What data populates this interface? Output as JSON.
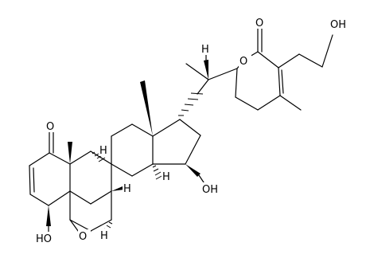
{
  "colors": {
    "background": "#ffffff",
    "ink": "#000000"
  },
  "atom_labels": {
    "o_ketone": "O",
    "o_lactone_ring": "O",
    "o_lactone_carbonyl": "O",
    "oh_hydroxymethyl": "OH",
    "h_c20": "H",
    "h_c9": "H",
    "h_c8": "H",
    "h_c14": "H",
    "h_c6": "H",
    "o_epoxide": "O",
    "oh_c15": "OH",
    "ho_c4": "HO"
  }
}
